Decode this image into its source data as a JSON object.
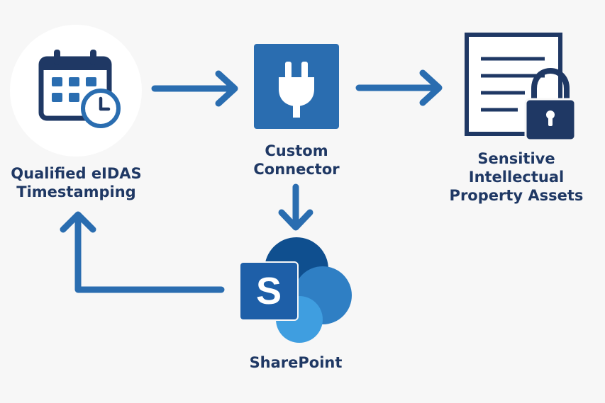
{
  "nodes": {
    "timestamping": {
      "label": "Qualified eIDAS\nTimestamping",
      "icon": "calendar-clock-icon"
    },
    "connector": {
      "label": "Custom\nConnector",
      "icon": "plug-icon"
    },
    "assets": {
      "label": "Sensitive\nIntellectual\nProperty Assets",
      "icon": "document-lock-icon"
    },
    "sharepoint": {
      "label": "SharePoint",
      "icon": "sharepoint-logo-icon",
      "logo_letter": "S"
    }
  },
  "colors": {
    "navy": "#1f3864",
    "blue": "#2a6db0",
    "sp_dark": "#0f4f8f",
    "sp_mid": "#2f7fc4",
    "sp_light": "#3f9ee0",
    "background": "#f7f7f7"
  }
}
